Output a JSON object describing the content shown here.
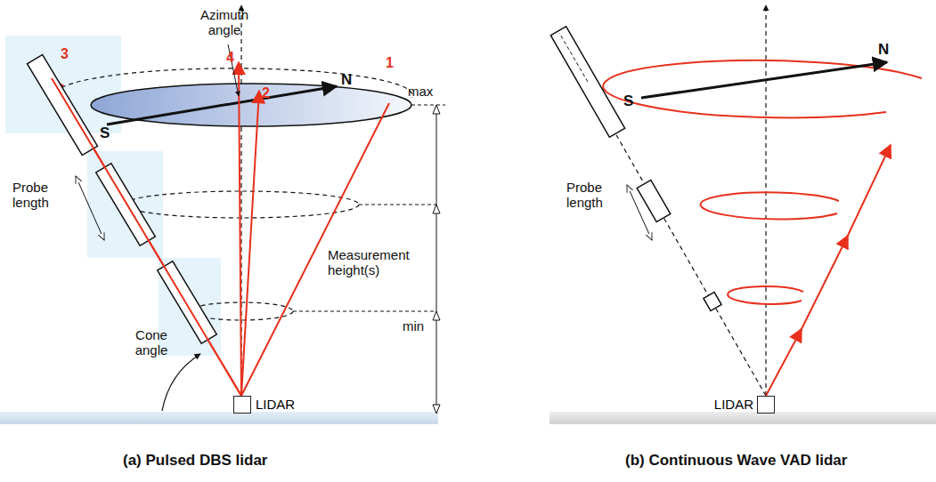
{
  "diagram": {
    "nodes": [
      {
        "text": [
          "LIDAR"
        ]
      },
      {
        "text": [
          "LIDAR"
        ]
      }
    ],
    "labels": [
      "Azimuth angle",
      "N",
      "1",
      "max",
      "S",
      "4",
      "2",
      "3",
      "Probe length",
      "Measurement height(s)",
      "min",
      "Cone angle",
      "(a) Pulsed DBS lidar",
      "N",
      "S",
      "Probe length",
      "(b) Continuous Wave VAD lidar"
    ]
  }
}
